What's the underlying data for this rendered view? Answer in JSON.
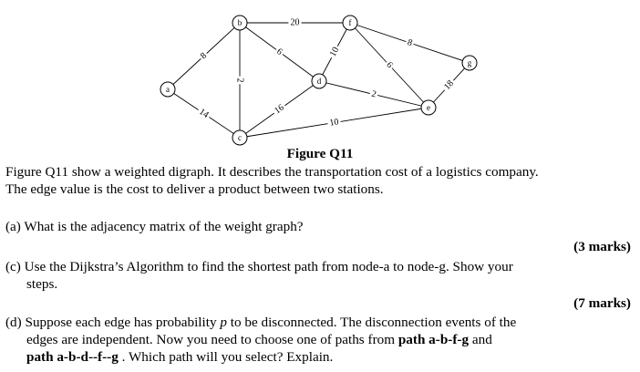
{
  "graph": {
    "nodes": [
      {
        "id": "a",
        "label": "a"
      },
      {
        "id": "b",
        "label": "b"
      },
      {
        "id": "c",
        "label": "c"
      },
      {
        "id": "d",
        "label": "d"
      },
      {
        "id": "e",
        "label": "e"
      },
      {
        "id": "f",
        "label": "f"
      },
      {
        "id": "g",
        "label": "g"
      }
    ],
    "edges": [
      {
        "from": "a",
        "to": "b",
        "weight": "8"
      },
      {
        "from": "a",
        "to": "c",
        "weight": "14"
      },
      {
        "from": "b",
        "to": "f",
        "weight": "20"
      },
      {
        "from": "b",
        "to": "c",
        "weight": "2"
      },
      {
        "from": "b",
        "to": "d",
        "weight": "6"
      },
      {
        "from": "c",
        "to": "d",
        "weight": "16"
      },
      {
        "from": "c",
        "to": "e",
        "weight": "10"
      },
      {
        "from": "d",
        "to": "f",
        "weight": "10"
      },
      {
        "from": "d",
        "to": "e",
        "weight": "2"
      },
      {
        "from": "f",
        "to": "e",
        "weight": "6"
      },
      {
        "from": "f",
        "to": "g",
        "weight": "8"
      },
      {
        "from": "e",
        "to": "g",
        "weight": "18"
      }
    ]
  },
  "caption": "Figure Q11",
  "intro": {
    "line1": "Figure Q11 show a weighted digraph.  It describes the transportation cost of a logistics company.",
    "line2": "The edge value is the cost to deliver a product between two stations."
  },
  "qa": {
    "text": "(a) What is the adjacency matrix of the weight graph?",
    "marks": "(3 marks)"
  },
  "qc": {
    "line1": "(c) Use the Dijkstra’s Algorithm  to find the shortest path from node-a to node-g. Show your",
    "line2": "steps.",
    "marks": "(7 marks)"
  },
  "qd": {
    "line1_a": "(d) Suppose each edge has probability ",
    "line1_p": "p",
    "line1_b": " to be disconnected. The disconnection events of the",
    "line2_a": "edges are independent. Now you need to choose one of paths from ",
    "line2_path1": "path a-b-f-g",
    "line2_b": " and",
    "line3_path2": "path a-b-d--f--g",
    "line3_b": " . Which path will you select? Explain."
  }
}
